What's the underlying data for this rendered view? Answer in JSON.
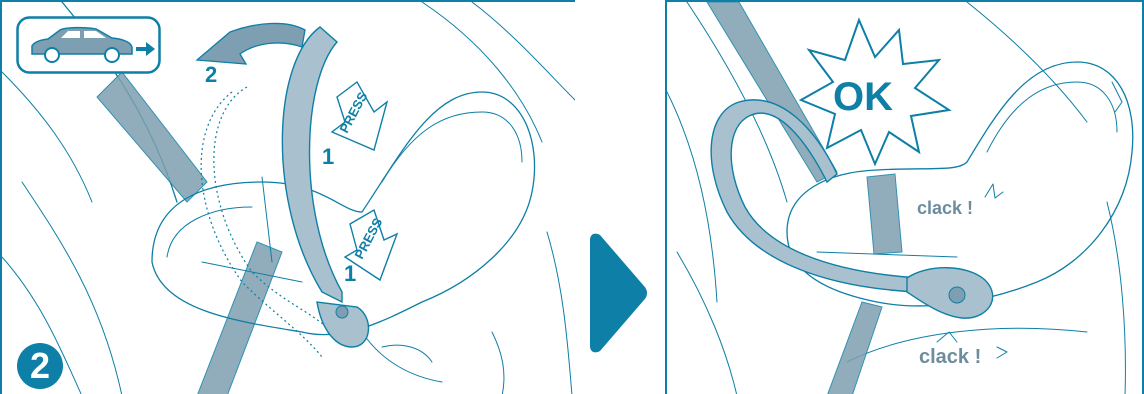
{
  "step": {
    "number": "2"
  },
  "labels": {
    "press": "PRESS",
    "press_step": "1",
    "rotate_step": "2",
    "ok": "OK",
    "clack": "clack !"
  },
  "icons": {
    "car": "car-facing-right-icon",
    "direction": "arrow-right-icon",
    "next": "play-triangle-icon"
  },
  "colors": {
    "accent": "#0e7fa6",
    "belt": "#7e9fb1",
    "handle": "#a9c1ce"
  }
}
